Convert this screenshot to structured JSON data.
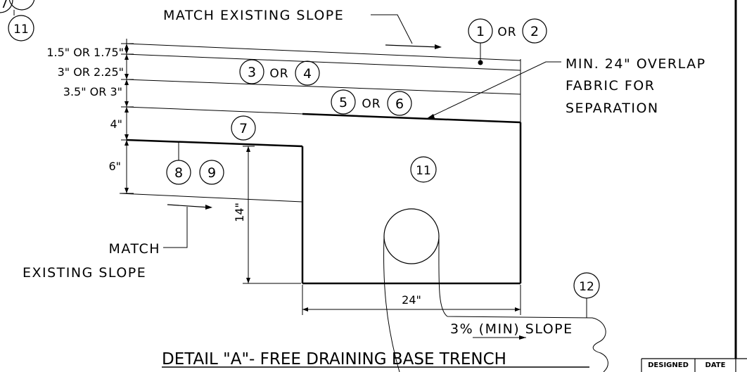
{
  "title": "DETAIL \"A\"- FREE DRAINING BASE TRENCH",
  "notes": {
    "match_slope_top": "MATCH EXISTING SLOPE",
    "match_slope_bottom_line1": "MATCH",
    "match_slope_bottom_line2": "EXISTING SLOPE",
    "overlap_line1": "MIN. 24\" OVERLAP",
    "overlap_line2": "FABRIC FOR",
    "overlap_line3": "SEPARATION",
    "slope": "3% (MIN) SLOPE"
  },
  "dimensions": {
    "layer1": "1.5\" OR 1.75\"",
    "layer2": "3\" OR 2.25\"",
    "layer3": "3.5\" OR 3\"",
    "layer4": "4\"",
    "layer5": "6\"",
    "trench_depth": "14\"",
    "trench_width": "24\""
  },
  "or_word": "OR",
  "callouts": {
    "c1": "1",
    "c2": "2",
    "c3": "3",
    "c4": "4",
    "c5": "5",
    "c6": "6",
    "c7": "7",
    "c8": "8",
    "c9": "9",
    "c11": "11",
    "c12": "12",
    "edge_top": "7",
    "edge_bottom": "11"
  },
  "title_block": {
    "designed_label": "DESIGNED",
    "date_label": "DATE"
  },
  "colors": {
    "line": "#000000",
    "background": "#ffffff"
  }
}
